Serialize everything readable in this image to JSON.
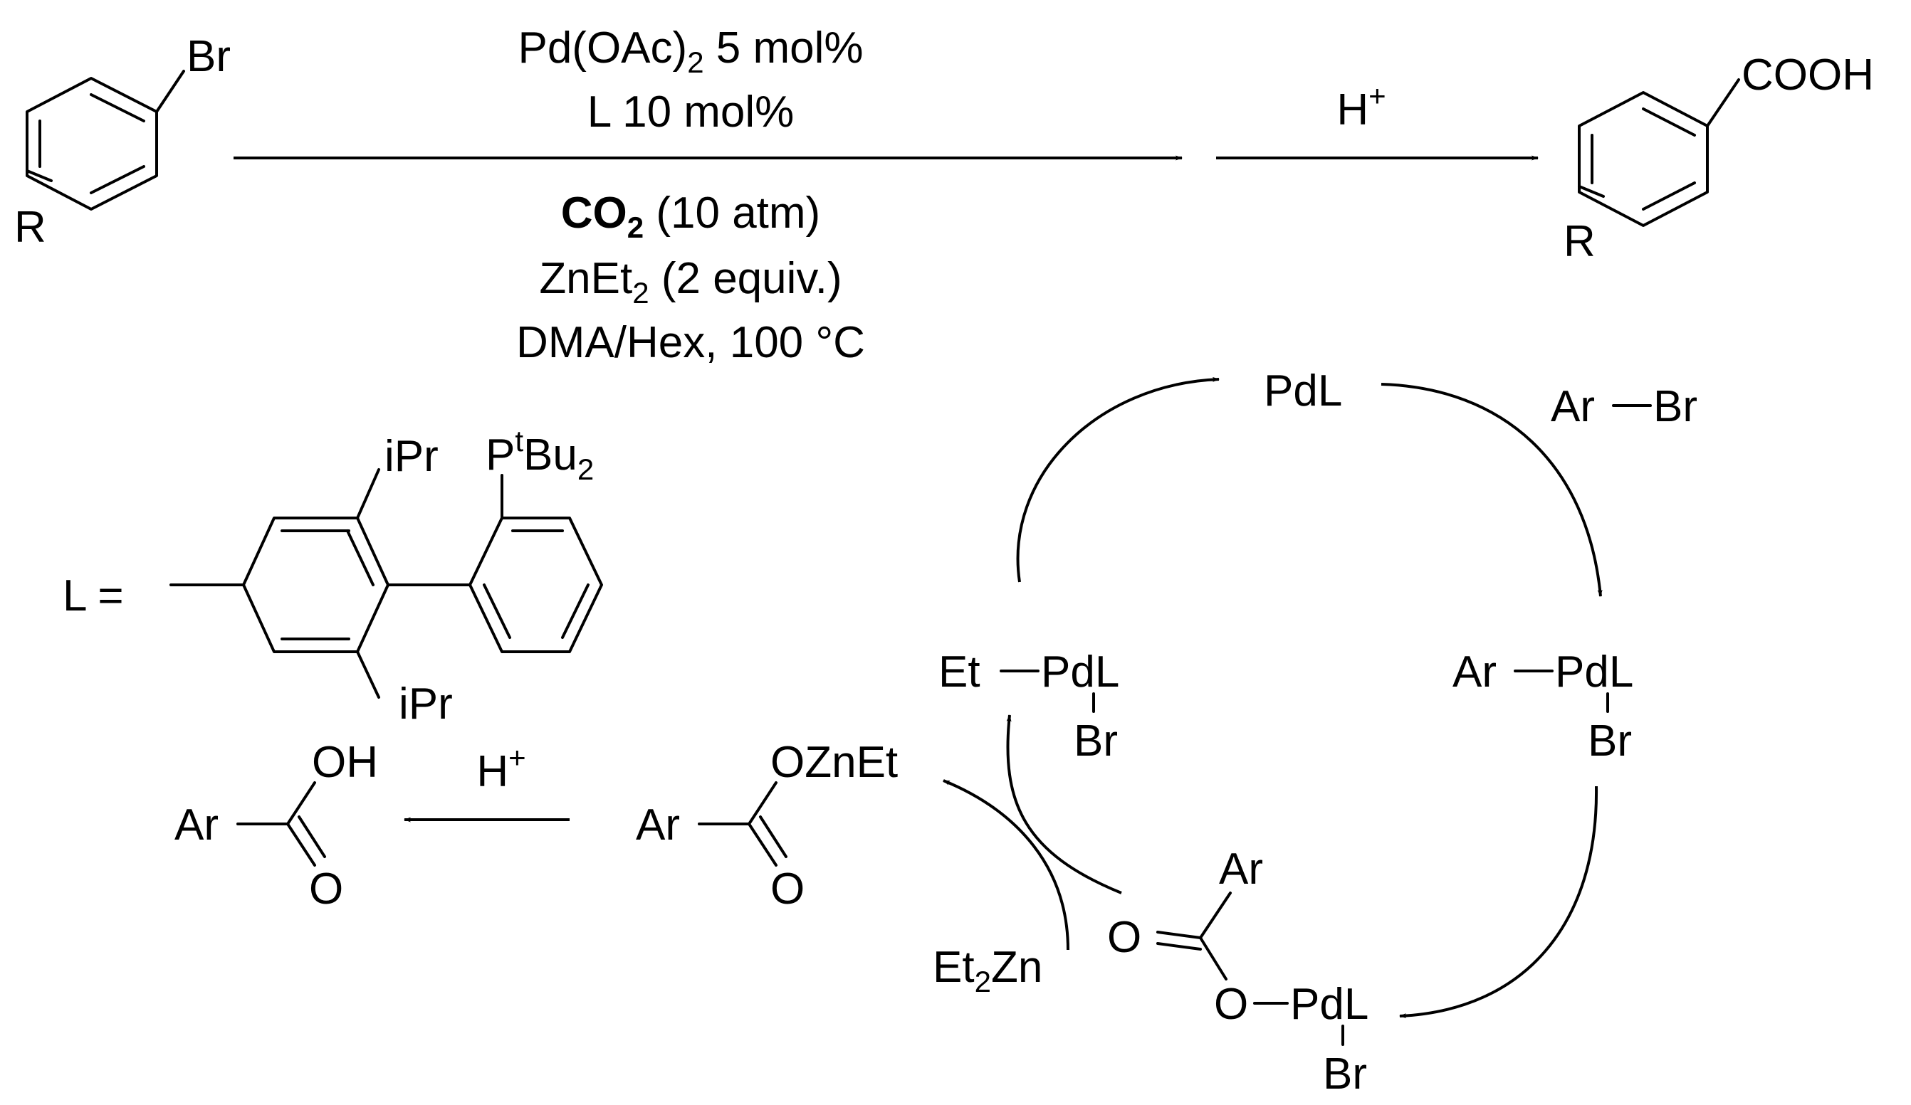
{
  "reaction": {
    "reactant": {
      "substituent": "Br",
      "r_group": "R"
    },
    "conditions_top": {
      "line1": {
        "text": "Pd(OAc)",
        "sub": "2",
        "tail": " 5 mol%"
      },
      "line2": "L 10 mol%"
    },
    "conditions_bottom": {
      "line1": {
        "bold": "CO",
        "bold_sub": "2",
        "tail": " (10 atm)"
      },
      "line2": {
        "text": "ZnEt",
        "sub": "2",
        "tail": " (2 equiv.)"
      },
      "line3": "DMA/Hex, 100 °C"
    },
    "acid_step": {
      "text": "H",
      "sup": "+"
    },
    "product": {
      "substituent": "COOH",
      "r_group": "R"
    }
  },
  "ligand": {
    "label": "L =",
    "top_ipr": "iPr",
    "bottom_ipr": "iPr",
    "phosphine": {
      "p": "P",
      "sup": "t",
      "bu": "Bu",
      "sub": "2"
    }
  },
  "cycle": {
    "pdl": "PdL",
    "arbr": {
      "ar": "Ar",
      "br": "Br"
    },
    "ox_add": {
      "ar": "Ar",
      "pdl": "PdL",
      "br": "Br"
    },
    "carboxylate": {
      "ar": "Ar",
      "o_double": "O",
      "o_single": "O",
      "pdl": "PdL",
      "br": "Br"
    },
    "et2zn": {
      "text": "Et",
      "sub": "2",
      "tail": "Zn"
    },
    "transmet": {
      "et": "Et",
      "pdl": "PdL",
      "br": "Br"
    },
    "zinc_carboxylate": {
      "ar": "Ar",
      "ozn": "OZnEt",
      "o": "O"
    },
    "final_acid_step": {
      "text": "H",
      "sup": "+"
    },
    "final_acid": {
      "ar": "Ar",
      "oh": "OH",
      "o": "O"
    }
  },
  "colors": {
    "ink": "#000000",
    "background": "#ffffff"
  }
}
